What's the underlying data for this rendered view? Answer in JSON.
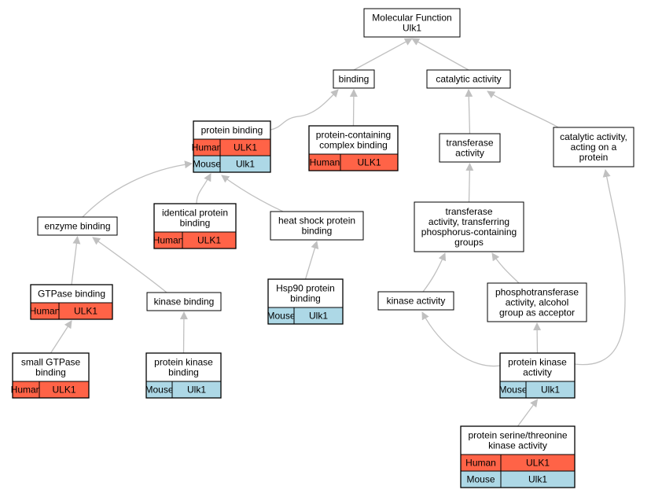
{
  "colors": {
    "human": "#ff6347",
    "mouse": "#add8e6",
    "edge": "#c0c0c0",
    "node_border": "#000000",
    "node_fill": "#ffffff"
  },
  "nodes": [
    {
      "id": "mf",
      "lines": [
        "Molecular Function",
        "Ulk1"
      ],
      "rows": []
    },
    {
      "id": "binding",
      "lines": [
        "binding"
      ],
      "rows": []
    },
    {
      "id": "catalytic",
      "lines": [
        "catalytic activity"
      ],
      "rows": []
    },
    {
      "id": "protein_binding",
      "lines": [
        "protein binding"
      ],
      "rows": [
        [
          "Human",
          "ULK1"
        ],
        [
          "Mouse",
          "Ulk1"
        ]
      ]
    },
    {
      "id": "pc_complex",
      "lines": [
        "protein-containing",
        "complex binding"
      ],
      "rows": [
        [
          "Human",
          "ULK1"
        ]
      ]
    },
    {
      "id": "transferase",
      "lines": [
        "transferase",
        "activity"
      ],
      "rows": []
    },
    {
      "id": "cat_protein",
      "lines": [
        "catalytic activity,",
        "acting on a",
        "protein"
      ],
      "rows": []
    },
    {
      "id": "enzyme",
      "lines": [
        "enzyme binding"
      ],
      "rows": []
    },
    {
      "id": "identical",
      "lines": [
        "identical protein",
        "binding"
      ],
      "rows": [
        [
          "Human",
          "ULK1"
        ]
      ]
    },
    {
      "id": "hsp",
      "lines": [
        "heat shock protein",
        "binding"
      ],
      "rows": []
    },
    {
      "id": "transf_p",
      "lines": [
        "transferase",
        "activity, transferring",
        "phosphorus-containing",
        "groups"
      ],
      "rows": []
    },
    {
      "id": "gtpase",
      "lines": [
        "GTPase binding"
      ],
      "rows": [
        [
          "Human",
          "ULK1"
        ]
      ]
    },
    {
      "id": "kinase_binding",
      "lines": [
        "kinase binding"
      ],
      "rows": []
    },
    {
      "id": "hsp90",
      "lines": [
        "Hsp90 protein",
        "binding"
      ],
      "rows": [
        [
          "Mouse",
          "Ulk1"
        ]
      ]
    },
    {
      "id": "kinase_activity",
      "lines": [
        "kinase activity"
      ],
      "rows": []
    },
    {
      "id": "phosphotrans",
      "lines": [
        "phosphotransferase",
        "activity, alcohol",
        "group as acceptor"
      ],
      "rows": []
    },
    {
      "id": "small_gtpase",
      "lines": [
        "small GTPase",
        "binding"
      ],
      "rows": [
        [
          "Human",
          "ULK1"
        ]
      ]
    },
    {
      "id": "pk_binding",
      "lines": [
        "protein kinase",
        "binding"
      ],
      "rows": [
        [
          "Mouse",
          "Ulk1"
        ]
      ]
    },
    {
      "id": "pk_activity",
      "lines": [
        "protein kinase",
        "activity"
      ],
      "rows": [
        [
          "Mouse",
          "Ulk1"
        ]
      ]
    },
    {
      "id": "pst_kinase",
      "lines": [
        "protein serine/threonine",
        "kinase activity"
      ],
      "rows": [
        [
          "Human",
          "ULK1"
        ],
        [
          "Mouse",
          "Ulk1"
        ]
      ]
    }
  ],
  "edges": [
    {
      "from": "binding",
      "to": "mf"
    },
    {
      "from": "catalytic",
      "to": "mf"
    },
    {
      "from": "protein_binding",
      "to": "binding"
    },
    {
      "from": "pc_complex",
      "to": "binding"
    },
    {
      "from": "transferase",
      "to": "catalytic"
    },
    {
      "from": "cat_protein",
      "to": "catalytic"
    },
    {
      "from": "enzyme",
      "to": "protein_binding"
    },
    {
      "from": "identical",
      "to": "protein_binding"
    },
    {
      "from": "hsp",
      "to": "protein_binding"
    },
    {
      "from": "transf_p",
      "to": "transferase"
    },
    {
      "from": "gtpase",
      "to": "enzyme"
    },
    {
      "from": "kinase_binding",
      "to": "enzyme"
    },
    {
      "from": "hsp90",
      "to": "hsp"
    },
    {
      "from": "kinase_activity",
      "to": "transf_p"
    },
    {
      "from": "phosphotrans",
      "to": "transf_p"
    },
    {
      "from": "small_gtpase",
      "to": "gtpase"
    },
    {
      "from": "pk_binding",
      "to": "kinase_binding"
    },
    {
      "from": "pk_activity",
      "to": "kinase_activity"
    },
    {
      "from": "pk_activity",
      "to": "phosphotrans"
    },
    {
      "from": "pk_activity",
      "to": "cat_protein"
    },
    {
      "from": "pst_kinase",
      "to": "pk_activity"
    }
  ]
}
